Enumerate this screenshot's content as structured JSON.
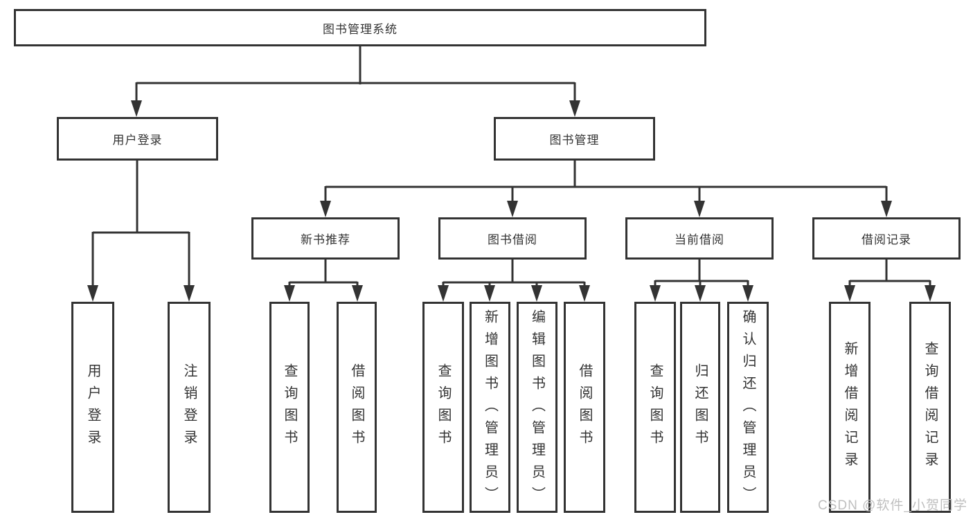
{
  "root": {
    "label": "图书管理系统"
  },
  "branches": [
    {
      "label": "用户登录",
      "leaves": [
        {
          "label": "用户登录"
        },
        {
          "label": "注销登录"
        }
      ]
    },
    {
      "label": "图书管理",
      "groups": [
        {
          "label": "新书推荐",
          "leaves": [
            {
              "label": "查询图书"
            },
            {
              "label": "借阅图书"
            }
          ]
        },
        {
          "label": "图书借阅",
          "leaves": [
            {
              "label": "查询图书"
            },
            {
              "label": "新增图书（管理员）"
            },
            {
              "label": "编辑图书（管理员）"
            },
            {
              "label": "借阅图书"
            }
          ]
        },
        {
          "label": "当前借阅",
          "leaves": [
            {
              "label": "查询图书"
            },
            {
              "label": "归还图书"
            },
            {
              "label": "确认归还（管理员）"
            }
          ]
        },
        {
          "label": "借阅记录",
          "leaves": [
            {
              "label": "新增借阅记录"
            },
            {
              "label": "查询借阅记录"
            }
          ]
        }
      ]
    }
  ],
  "watermark": "CSDN @软件_小贺同学",
  "colors": {
    "line": "#333333",
    "text": "#333333",
    "box_fill": "#ffffff",
    "watermark": "#bfbfbf",
    "background": "#ffffff"
  }
}
